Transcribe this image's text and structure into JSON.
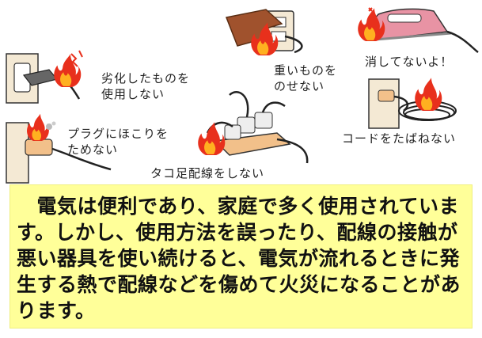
{
  "captions": {
    "deteriorated": "劣化したものを\n使用しない",
    "heavy": "重いものを\nのせない",
    "switch_off": "消してないよ！",
    "dust": "プラグにほこりを\nためない",
    "cord": "コードをたばねない",
    "octopus": "タコ足配線をしない"
  },
  "main_text": "　電気は便利であり、家庭で多く使用されています。しかし、使用方法を誤ったり、配線の接触が悪い器具を使い続けると、電気が流れるときに発生する熱で配線などを傷めて火災になることがあります。",
  "colors": {
    "highlight_box": "#ffff99",
    "fire_red": "#e8301c",
    "fire_orange": "#ffb020",
    "wall": "#f4e9d4",
    "wood": "#a0522d"
  }
}
